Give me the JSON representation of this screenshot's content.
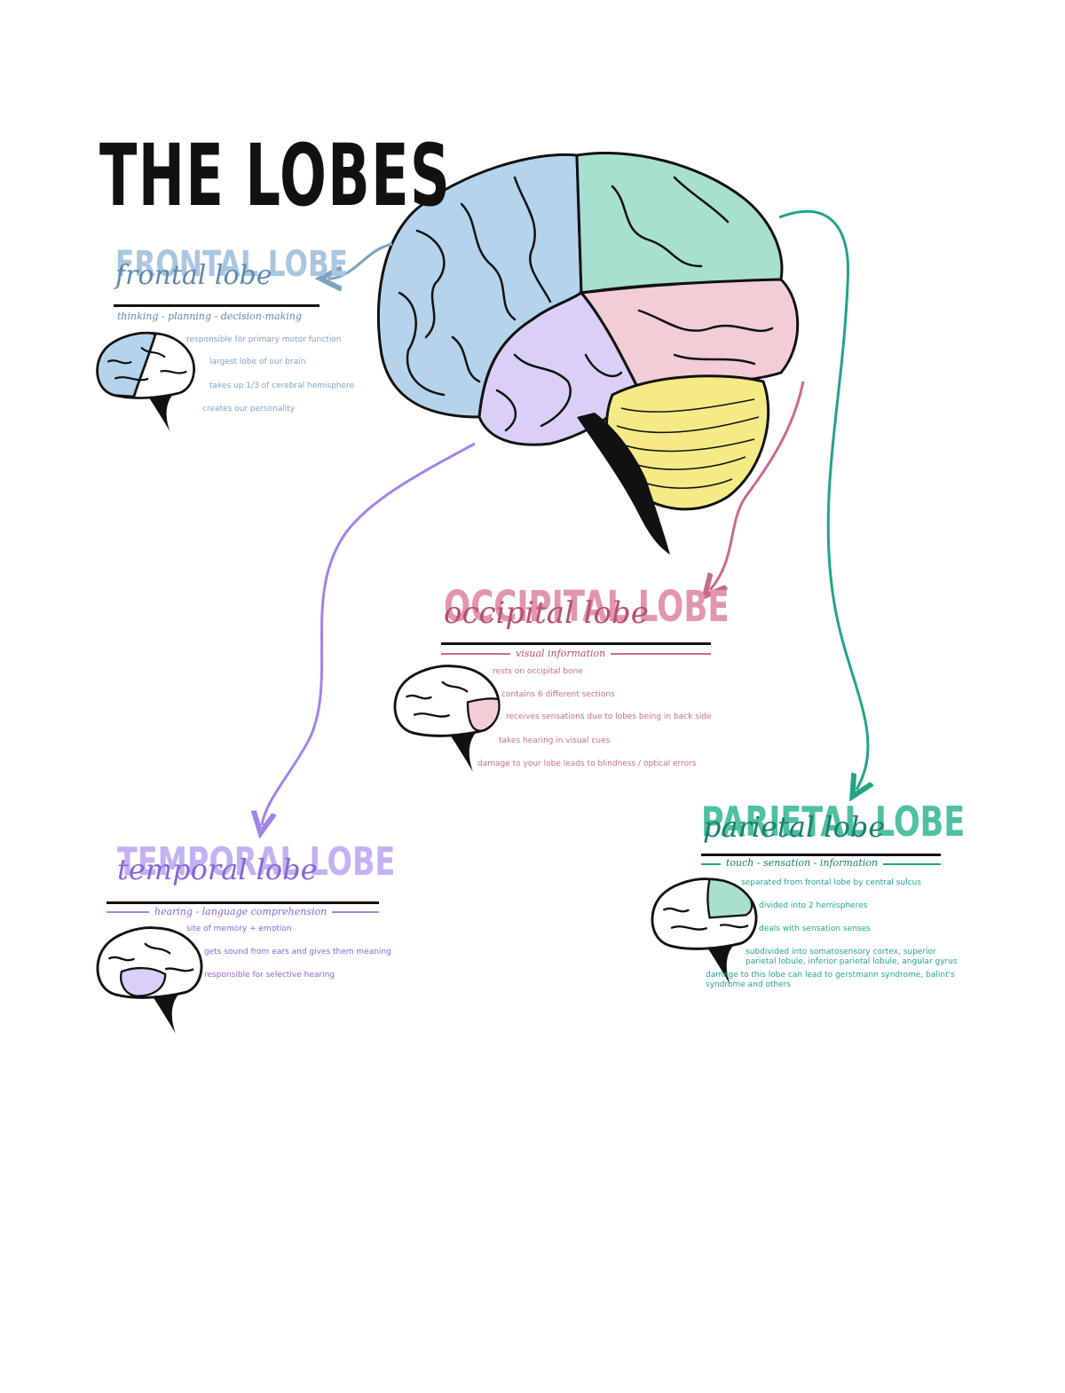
{
  "title": "THE LOBES",
  "colors": {
    "frontal": "#7ea2c2",
    "occipital": "#c96b88",
    "temporal": "#a184e6",
    "parietal": "#23a485",
    "frontal_fill": "#b6d3ec",
    "parietal_fill": "#a7e0cf",
    "occipital_fill": "#f2cdd6",
    "temporal_fill": "#d9cff7",
    "cerebellum_fill": "#f4ea86",
    "ink": "#111111"
  },
  "lobes": {
    "frontal": {
      "heading": "FRONTAL LOBE",
      "script": "frontal lobe",
      "subtitle": "thinking - planning - decision-making",
      "facts": [
        "responsible for primary motor function",
        "largest lobe of our brain",
        "takes up 1/3 of cerebral hemisphere",
        "creates our personality"
      ]
    },
    "occipital": {
      "heading": "OCCIPITAL LOBE",
      "script": "occipital lobe",
      "subtitle": "visual information",
      "facts": [
        "rests on occipital bone",
        "contains 6 different sections",
        "receives sensations due to lobes being in back side",
        "takes hearing in visual cues",
        "damage to your lobe leads to blindness / optical errors"
      ]
    },
    "temporal": {
      "heading": "TEMPORAL LOBE",
      "script": "temporal lobe",
      "subtitle": "hearing - language comprehension",
      "facts": [
        "site of memory + emotion",
        "gets sound from ears and gives them meaning",
        "responsible for selective hearing"
      ]
    },
    "parietal": {
      "heading": "PARIETAL LOBE",
      "script": "parietal lobe",
      "subtitle": "touch - sensation - information",
      "facts": [
        "separated from frontal lobe by central sulcus",
        "divided into 2 hemispheres",
        "deals with sensation senses",
        "subdivided into somatosensory cortex, superior parietal lobule, inferior parietal lobule, angular gyrus",
        "damage to this lobe can lead to gerstmann syndrome, balint's syndrome and others"
      ]
    }
  }
}
